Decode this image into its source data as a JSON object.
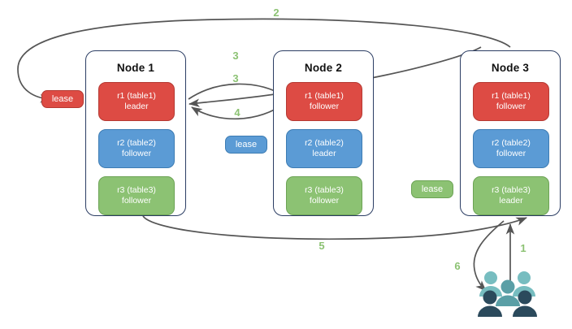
{
  "diagram": {
    "title": "raft-lease-node-diagram",
    "colors": {
      "red": "#dd4b44",
      "blue": "#5b9bd5",
      "green": "#8cc273",
      "node_border": "#2b3d63",
      "arrow": "#555555",
      "step_label": "#8cc273"
    },
    "nodes": [
      {
        "id": "node1",
        "title": "Node 1",
        "replicas": [
          {
            "id": "n1-r1",
            "line1": "r1 (table1)",
            "line2": "leader",
            "color": "red"
          },
          {
            "id": "n1-r2",
            "line1": "r2 (table2)",
            "line2": "follower",
            "color": "blue"
          },
          {
            "id": "n1-r3",
            "line1": "r3 (table3)",
            "line2": "follower",
            "color": "green"
          }
        ]
      },
      {
        "id": "node2",
        "title": "Node 2",
        "replicas": [
          {
            "id": "n2-r1",
            "line1": "r1 (table1)",
            "line2": "follower",
            "color": "red"
          },
          {
            "id": "n2-r2",
            "line1": "r2 (table2)",
            "line2": "leader",
            "color": "blue"
          },
          {
            "id": "n2-r3",
            "line1": "r3 (table3)",
            "line2": "follower",
            "color": "green"
          }
        ]
      },
      {
        "id": "node3",
        "title": "Node 3",
        "replicas": [
          {
            "id": "n3-r1",
            "line1": "r1 (table1)",
            "line2": "follower",
            "color": "red"
          },
          {
            "id": "n3-r2",
            "line1": "r2 (table2)",
            "line2": "follower",
            "color": "blue"
          },
          {
            "id": "n3-r3",
            "line1": "r3 (table3)",
            "line2": "leader",
            "color": "green"
          }
        ]
      }
    ],
    "leases": [
      {
        "id": "lease-r1",
        "label": "lease",
        "color": "red"
      },
      {
        "id": "lease-r2",
        "label": "lease",
        "color": "blue"
      },
      {
        "id": "lease-r3",
        "label": "lease",
        "color": "green"
      }
    ],
    "steps": [
      {
        "id": "step-1",
        "label": "1"
      },
      {
        "id": "step-2",
        "label": "2"
      },
      {
        "id": "step-3a",
        "label": "3"
      },
      {
        "id": "step-3b",
        "label": "3"
      },
      {
        "id": "step-4",
        "label": "4"
      },
      {
        "id": "step-5",
        "label": "5"
      },
      {
        "id": "step-6",
        "label": "6"
      }
    ],
    "actor": {
      "id": "users",
      "name": "users-group-icon"
    }
  }
}
